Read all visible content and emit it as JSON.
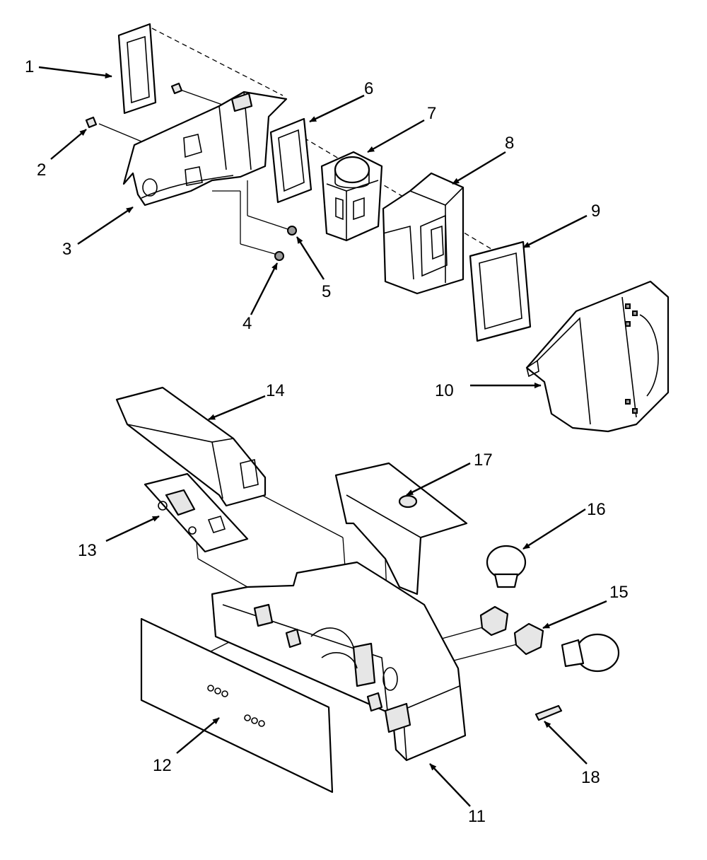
{
  "callouts": [
    {
      "id": "c1",
      "number": "1"
    },
    {
      "id": "c2",
      "number": "2"
    },
    {
      "id": "c3",
      "number": "3"
    },
    {
      "id": "c4",
      "number": "4"
    },
    {
      "id": "c5",
      "number": "5"
    },
    {
      "id": "c6",
      "number": "6"
    },
    {
      "id": "c7",
      "number": "7"
    },
    {
      "id": "c8",
      "number": "8"
    },
    {
      "id": "c9",
      "number": "9"
    },
    {
      "id": "c10",
      "number": "10"
    },
    {
      "id": "c11",
      "number": "11"
    },
    {
      "id": "c12",
      "number": "12"
    },
    {
      "id": "c13",
      "number": "13"
    },
    {
      "id": "c14",
      "number": "14"
    },
    {
      "id": "c15",
      "number": "15"
    },
    {
      "id": "c16",
      "number": "16"
    },
    {
      "id": "c17",
      "number": "17"
    },
    {
      "id": "c18",
      "number": "18"
    }
  ]
}
